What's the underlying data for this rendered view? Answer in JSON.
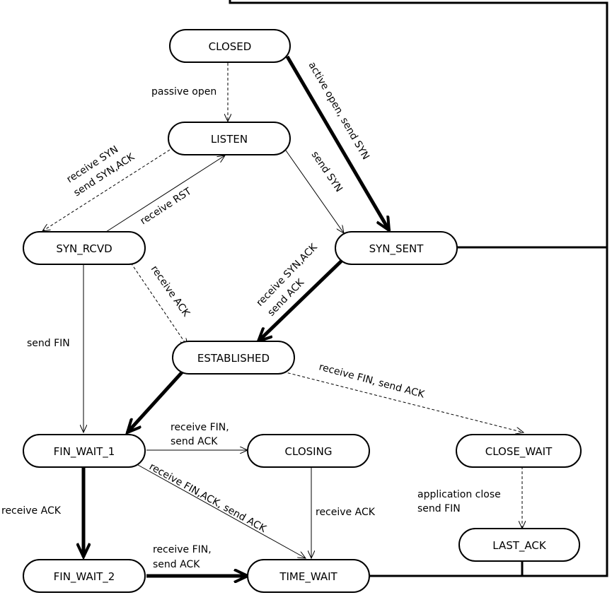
{
  "states": {
    "closed": "CLOSED",
    "listen": "LISTEN",
    "syn_rcvd": "SYN_RCVD",
    "syn_sent": "SYN_SENT",
    "established": "ESTABLISHED",
    "fin_wait_1": "FIN_WAIT_1",
    "closing": "CLOSING",
    "close_wait": "CLOSE_WAIT",
    "fin_wait_2": "FIN_WAIT_2",
    "time_wait": "TIME_WAIT",
    "last_ack": "LAST_ACK"
  },
  "transitions": {
    "passive_open": "passive open",
    "active_open": "active open, send SYN",
    "listen_to_synrcvd_1": "receive SYN",
    "listen_to_synrcvd_2": "send SYN,ACK",
    "receive_rst": "receive RST",
    "send_syn": "send SYN",
    "synsent_to_est_1": "receive SYN,ACK",
    "synsent_to_est_2": "send ACK",
    "synrcvd_receive_ack": "receive ACK",
    "send_fin": "send FIN",
    "est_to_closewait": "receive FIN, send ACK",
    "fw1_to_closing_1": "receive FIN,",
    "fw1_to_closing_2": "send ACK",
    "fw1_to_timewait": "receive FIN,ACK, send ACK",
    "fw1_to_fw2": "receive ACK",
    "closing_to_timewait": "receive ACK",
    "closewait_to_lastack_1": "application close",
    "closewait_to_lastack_2": "send FIN",
    "fw2_to_timewait_1": "receive FIN,",
    "fw2_to_timewait_2": "send ACK"
  },
  "line_styles": {
    "client_path": "thick",
    "server_path": "dashed",
    "other": "thin"
  }
}
